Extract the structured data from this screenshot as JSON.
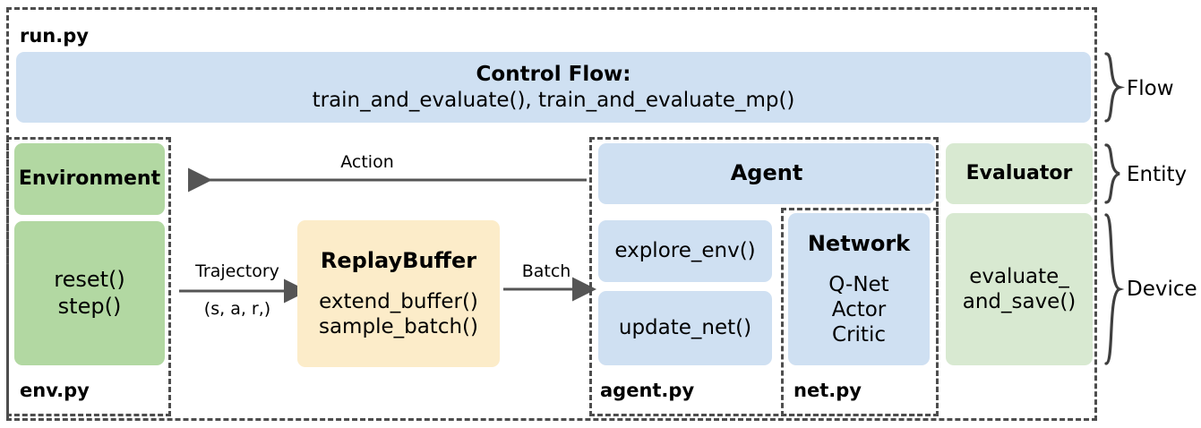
{
  "diagram": {
    "title_file": "run.py",
    "outer_box_label": "run.py",
    "control_flow": {
      "heading": "Control Flow:",
      "functions": "train_and_evaluate(),  train_and_evaluate_mp()"
    },
    "env_module": {
      "file_label": "env.py",
      "entity_box": "Environment",
      "device_box_lines": [
        "reset()",
        "step()"
      ],
      "device_box_text": "reset()\nstep()"
    },
    "replay_buffer": {
      "title": "ReplayBuffer",
      "methods": [
        "extend_buffer()",
        "sample_batch()"
      ]
    },
    "agent_module": {
      "file_label": "agent.py",
      "entity_box": "Agent",
      "method_boxes": [
        "explore_env()",
        "update_net()"
      ]
    },
    "net_module": {
      "file_label": "net.py",
      "entity_box_title": "Network",
      "entity_box_items": [
        "Q-Net",
        "Actor",
        "Critic"
      ]
    },
    "evaluator_module": {
      "entity_box": "Evaluator",
      "device_box_lines": [
        "evaluate_",
        "and_save()"
      ]
    },
    "arrows": {
      "action": "Action",
      "trajectory_top": "Trajectory",
      "trajectory_bottom": "(s, a, r,)",
      "batch": "Batch"
    },
    "brace_labels": {
      "flow": "Flow",
      "entity": "Entity",
      "device": "Device"
    },
    "colors": {
      "blue": "#cfe0f2",
      "green": "#b2d8a2",
      "light_green": "#d8e9d1",
      "yellow": "#fcecc9",
      "stroke": "#4d4d4d",
      "arrow": "#555555",
      "background": "#ffffff"
    }
  }
}
